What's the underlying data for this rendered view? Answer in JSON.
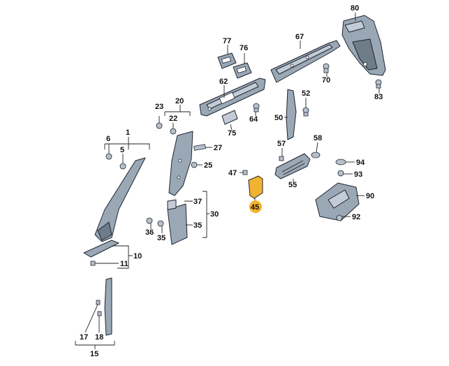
{
  "labels": {
    "l1": "1",
    "l5": "5",
    "l6": "6",
    "l10": "10",
    "l11": "11",
    "l15": "15",
    "l17": "17",
    "l18": "18",
    "l20": "20",
    "l22": "22",
    "l23": "23",
    "l25": "25",
    "l27": "27",
    "l30": "30",
    "l35a": "35",
    "l35b": "35",
    "l36": "36",
    "l37": "37",
    "l45": "45",
    "l47": "47",
    "l50": "50",
    "l52": "52",
    "l55": "55",
    "l57": "57",
    "l58": "58",
    "l62": "62",
    "l64": "64",
    "l67": "67",
    "l70": "70",
    "l75": "75",
    "l76": "76",
    "l77": "77",
    "l80": "80",
    "l83": "83",
    "l90": "90",
    "l92": "92",
    "l93": "93",
    "l94": "94"
  },
  "colors": {
    "part_fill": "#9aa7b5",
    "outline": "#1d2530",
    "highlight": "#f2b331"
  },
  "highlighted_part": "45"
}
